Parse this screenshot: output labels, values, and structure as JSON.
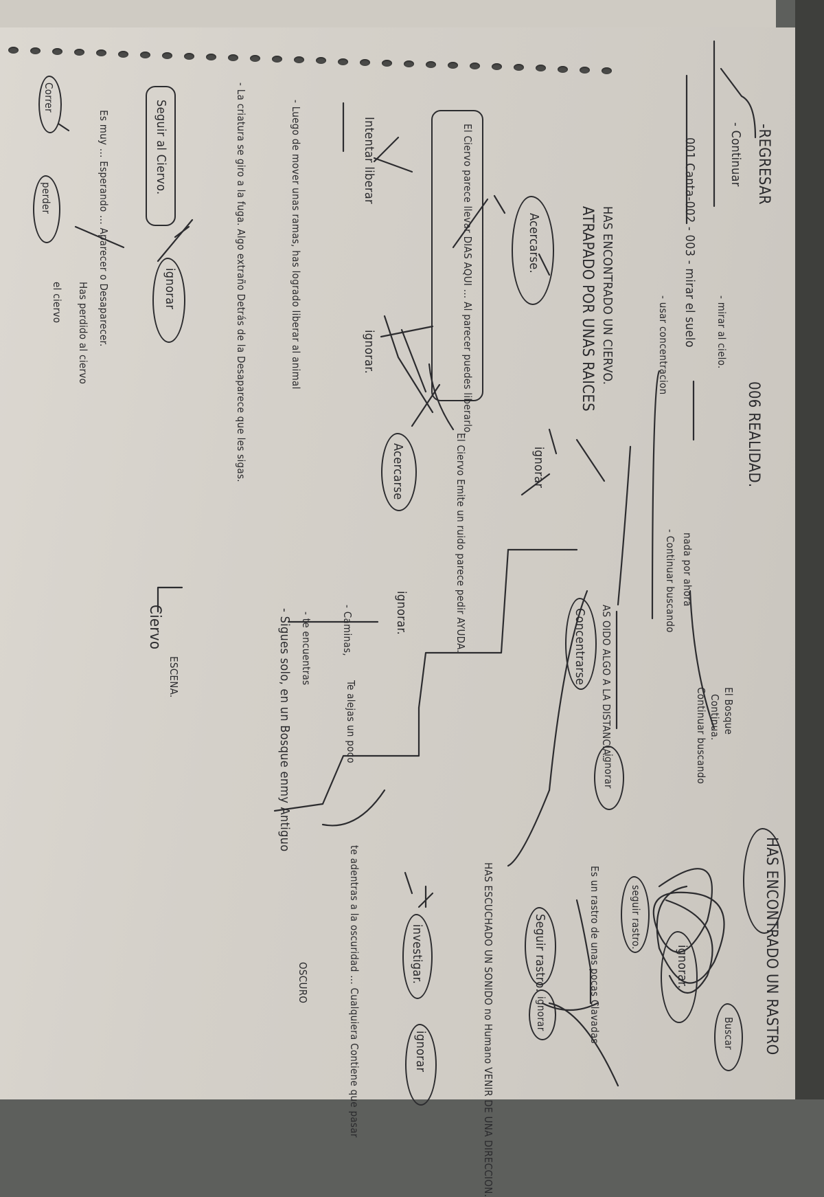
{
  "notes": {
    "regresar": "-REGRESAR",
    "continuar": "- Continuar",
    "realidad": "006 REALIDAD.",
    "choices_001": "001 Canta-002 - 003 - mirar el suelo",
    "mirar_cielo": "- mirar al cielo.",
    "usar_concentracion": "- usar concentracion",
    "nada_por_ahora": "nada por ahora",
    "continuar_buscando": "- Continuar buscando",
    "el_bosque": "El Bosque",
    "continua": "Continua.",
    "continuar_buscando_2": "Continuar buscando",
    "has_encontrado_rastro": "HAS ENCONTRADO UN RASTRO",
    "buscar": "Buscar",
    "ignorar_1": "ignorar.",
    "seguir_rastro_1": "seguir rastro.",
    "escuchas_algo": "Es un rastro de unas pocas Clavadas",
    "seguir_rastro_2": "Seguir rastro.",
    "ignorar_2": "ignorar",
    "has_escuchado_sonido": "HAS ESCUCHADO UN SONIDO no Humano VENIR DE UNA DIRECCION.",
    "investigar": "investigar.",
    "ignorar_3": "ignorar",
    "te_adentras": "te adentras a la oscuridad ... Cualquiera Contiene que pasar",
    "oscuro": "OSCURO",
    "has_encontrado_ciervo": "HAS ENCONTRADO UN CIERVO.",
    "atrapado": "ATRAPADO POR UNAS RAICES",
    "ignorar_4": "ignorar",
    "as_oido_algo": "AS OIDO ALGO A LA DISTANCIA.",
    "concentrarse": "Concentrarse",
    "ignorar_5": "ignorar",
    "acercarse_1": "Acercarse.",
    "ciervo_pide_ayuda": "El Ciervo Emite un ruido parece pedir AYUDA.",
    "ignorar_6": "ignorar.",
    "el_ciervo_llevaba": "El Ciervo parece llevar DIAS AQUI ... Al parecer puedes liberarlo.",
    "acercarse_2": "Acercarse",
    "ignorar_7": "ignorar.",
    "caminas": "- Caminas,",
    "te_alejas": "Te alejas un poco",
    "te_encuentras": "- te encuentras",
    "sigues_solo": "- Sigues solo, en un Bosque enmy Antiguo",
    "intentar_liberar": "Intentar liberar",
    "luego": "- Luego de mover unas ramas, has logrado liberar al animal",
    "la_criatura": "- La criatura se giro a la fuga. Algo extraño Detrás de la Desaparece que les sigas.",
    "seguir_al_ciervo": "Seguir al Ciervo.",
    "ignorar_8": "ignorar",
    "escena": "ESCENA.",
    "ciervo": "Ciervo",
    "esperando": "Es muy ... Esperando ... Aparecer o Desaparecer.",
    "correr": "Correr",
    "perder": "perder",
    "has_perdido": "Has perdido al ciervo",
    "el_ciervo": "el ciervo"
  }
}
